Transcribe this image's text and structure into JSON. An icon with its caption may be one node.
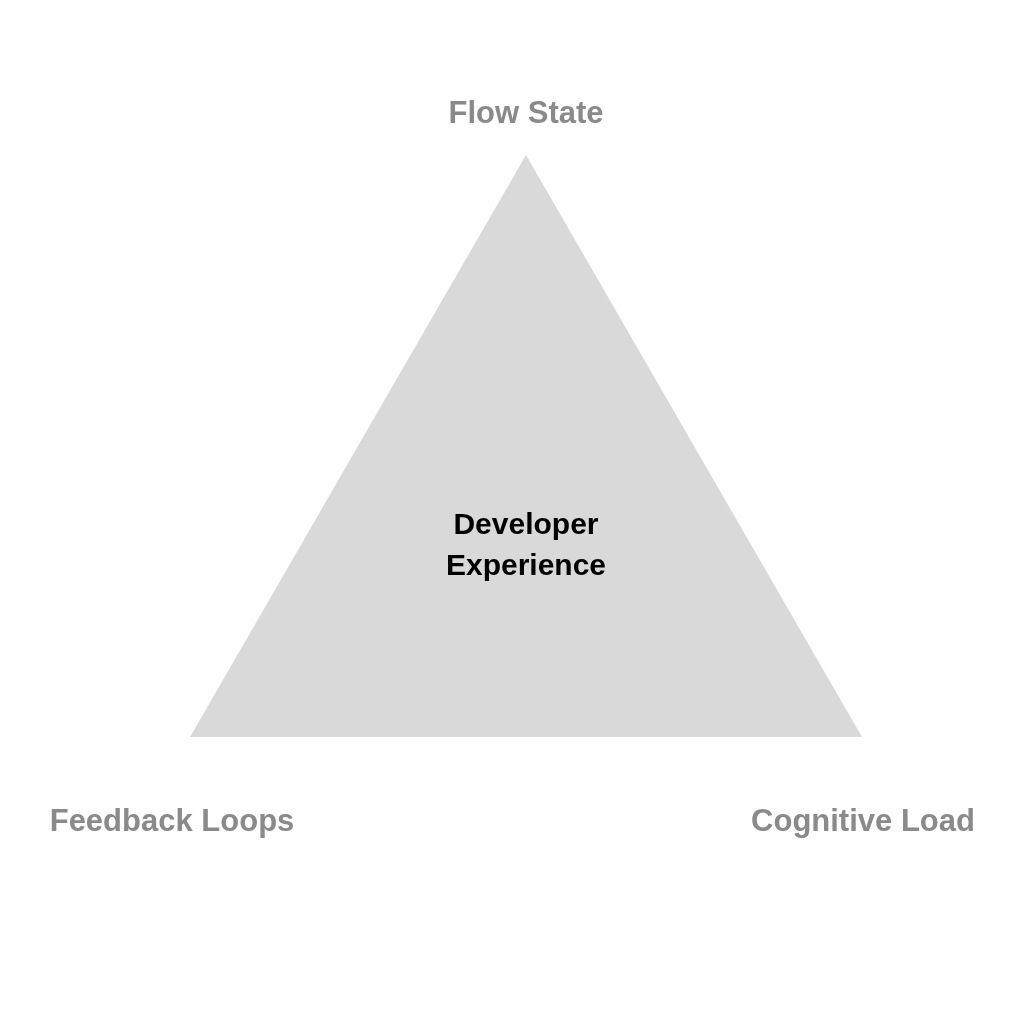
{
  "diagram": {
    "nodes": [
      {
        "text": [
          "Developer Experience"
        ]
      }
    ],
    "labels": [
      "Flow State",
      "Feedback Loops",
      "Cognitive Load"
    ]
  }
}
